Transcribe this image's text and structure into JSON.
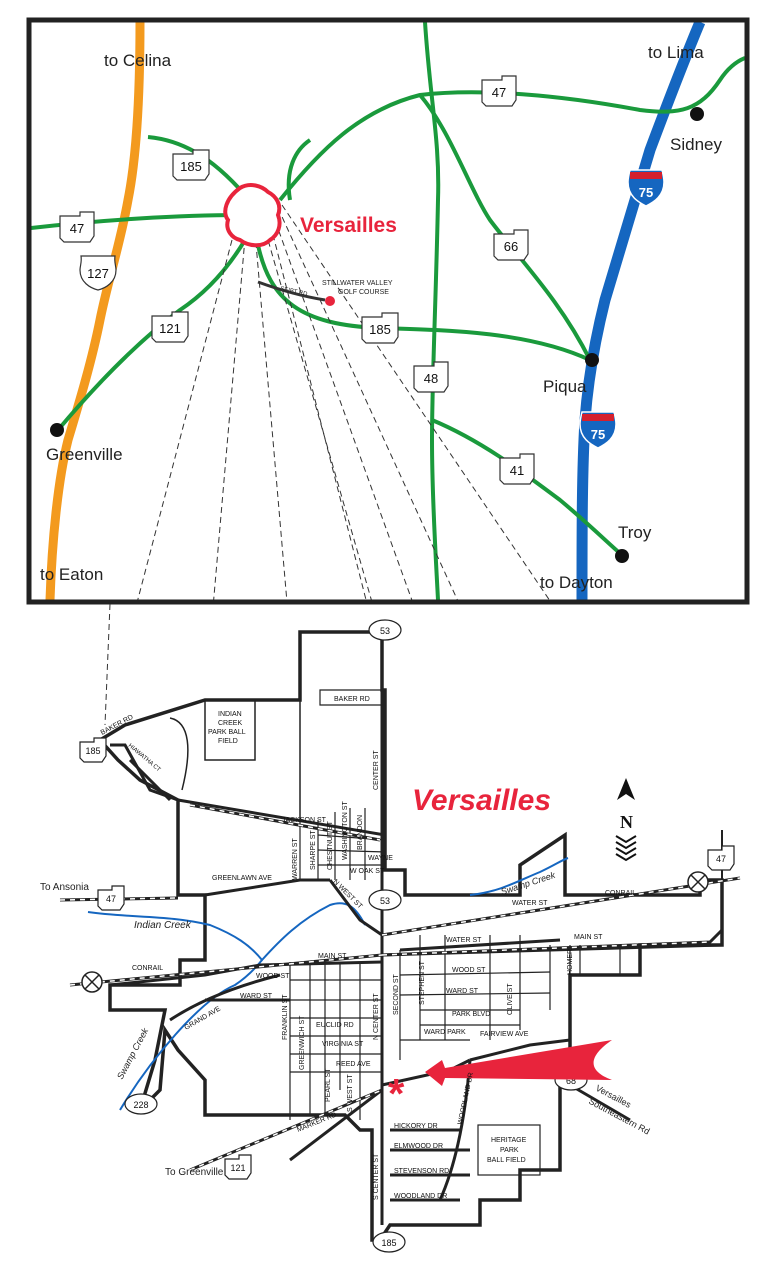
{
  "regional_map": {
    "title": "Versailles",
    "places": {
      "celina": "to Celina",
      "lima": "to Lima",
      "sidney": "Sidney",
      "greenville": "Greenville",
      "eaton": "to Eaton",
      "piqua": "Piqua",
      "troy": "Troy",
      "dayton": "to Dayton"
    },
    "golf_course_1": "STILLWATER VALLEY",
    "golf_course_2": "GOLF COURSE",
    "seibt_rd": "SEIBT RD",
    "routes": {
      "r47a": "47",
      "r47b": "47",
      "r185a": "185",
      "r185b": "185",
      "r127": "127",
      "r121": "121",
      "r66": "66",
      "r48": "48",
      "r41": "41",
      "i75a": "75",
      "i75b": "75"
    },
    "colors": {
      "state_route": "#1a9a3c",
      "us_127": "#f39a1e",
      "interstate": "#1566c0",
      "town": "#e8243c"
    }
  },
  "town_map": {
    "title": "Versailles",
    "north": "N",
    "labels": {
      "baker_rd_w": "BAKER RD",
      "baker_rd_e": "BAKER RD",
      "indian_creek_park_1": "INDIAN",
      "indian_creek_park_2": "CREEK",
      "indian_creek_park_3": "PARK BALL",
      "indian_creek_park_4": "FIELD",
      "hiawatha": "HIAWATHA CT",
      "center_st_n": "CENTER ST",
      "jackson": "JACKSON ST",
      "warren": "WARREN ST",
      "sharpe": "SHARPE ST",
      "chestnut": "CHESTNUT ST",
      "washington": "WASHINGTON ST",
      "brandon": "BRANDON",
      "wayne": "WAYNE",
      "w_oak": "W OAK ST",
      "greenlawn": "GREENLAWN AVE",
      "n_west_st": "N WEST ST",
      "to_ansonia": "To Ansonia",
      "indian_creek": "Indian Creek",
      "swamp_creek_e": "Swamp Creek",
      "swamp_creek_w": "Swamp Creek",
      "conrail_w": "CONRAIL",
      "conrail_e": "CONRAIL",
      "water_st_1": "WATER ST",
      "water_st_2": "WATER ST",
      "main_st_w": "MAIN ST",
      "main_st_e": "MAIN ST",
      "wood_st_w": "WOOD ST",
      "wood_st_e": "WOOD ST",
      "ward_st_w": "WARD ST",
      "ward_st_e": "WARD ST",
      "homer": "HOMER",
      "grand_ave": "GRAND AVE",
      "franklin": "FRANKLIN ST",
      "greenwich": "GREENWICH ST",
      "euclid": "EUCLID RD",
      "virginia": "VIRGINIA ST",
      "reed": "REED AVE",
      "pearl": "PEARL ST",
      "s_west": "S WEST ST",
      "n_center": "N CENTER ST",
      "second": "SECOND ST",
      "stephen": "STEPHEN ST",
      "olive": "OLIVE ST",
      "park_blvd": "PARK BLVD",
      "ward_park": "WARD PARK",
      "fairview": "FAIRVIEW AVE",
      "woodland_dr_v": "WOODLAND DR",
      "marker_rd": "MARKER RD",
      "hickory": "HICKORY DR",
      "elmwood": "ELMWOOD DR",
      "stevenson": "STEVENSON RD",
      "woodland_dr_h": "WOODLAND DR",
      "s_center": "S CENTER ST",
      "heritage_1": "HERITAGE",
      "heritage_2": "PARK",
      "heritage_3": "BALL FIELD",
      "to_greenville": "To Greenville",
      "vse_1": "Versailles",
      "vse_2": "Southeastern Rd"
    },
    "routes": {
      "r53a": "53",
      "r53b": "53",
      "r185a": "185",
      "r185b": "185",
      "r47a": "47",
      "r47b": "47",
      "r228": "228",
      "r121": "121",
      "r68": "68"
    }
  }
}
